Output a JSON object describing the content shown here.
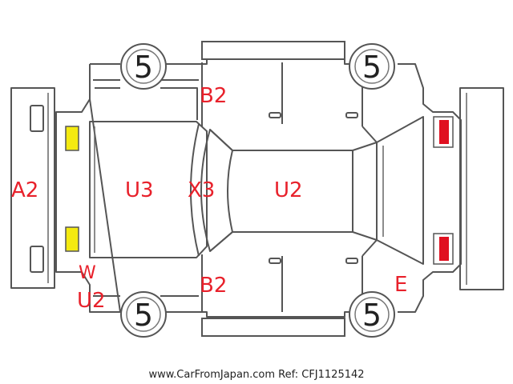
{
  "tires": {
    "front_top": "5",
    "rear_top": "5",
    "front_bottom": "5",
    "rear_bottom": "5"
  },
  "damage_codes": {
    "front_bumper": "A2",
    "hood": "U3",
    "windshield": "X3",
    "roof": "U2",
    "door_top": "B2",
    "door_bottom": "B2",
    "front_bottom_a": "W",
    "front_bottom_b": "U2",
    "rear_bottom": "E"
  },
  "footer": {
    "text": "www.CarFromJapan.com Ref: CFJ1125142"
  },
  "colors": {
    "damage_code": "#e8212b",
    "headlight": "#f4ea10",
    "taillight": "#e01020",
    "outline": "#555555"
  }
}
